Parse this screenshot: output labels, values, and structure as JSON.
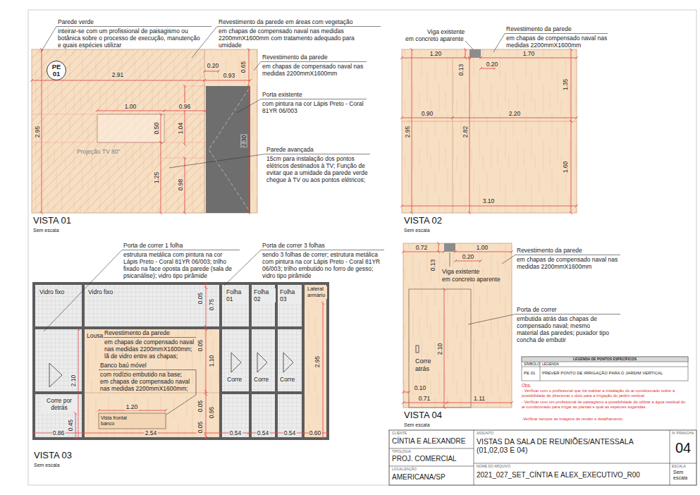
{
  "diagram": {
    "nodes": [
      {
        "text": [
          "PE 01"
        ]
      }
    ],
    "labels": [
      "Parede verde",
      "inteirar-se com um profissional de paisagismo ou botânica sobre o processo de execução, manutenção e quais espécies utilizar",
      "Revestimento da parede em áreas com vegetação",
      "em chapas de compensado naval nas medidas 2200mmX1600mm com tratamento adequado para umidade",
      "Revestimento da parede",
      "em chapas de compensado naval nas medidas 2200mmX1600mm",
      "Porta existente",
      "com pintura na cor Lápis Preto - Coral 81YR 06/003",
      "Parede avançada",
      "15cm para instalação dos pontos elétricos destinados à TV; Função de evitar que a umidade da parede verde chegue à TV ou aos pontos elétricos;",
      "2.91",
      "0.20",
      "0.93",
      "0.65",
      "1.00",
      "0.96",
      "0.50",
      "1.04",
      "2.95",
      "2.30",
      "Projeção TV 80''",
      "1.25",
      "0.98",
      "VISTA 01",
      "Sem escala",
      "Viga existente",
      "em concreto aparente",
      "Revestimento da parede",
      "em chapas de compensado naval nas medidas 2200mmX1600mm",
      "1.20",
      "1.70",
      "0.13",
      "0.20",
      "1.35",
      "0.90",
      "2.20",
      "2.95",
      "2.82",
      "1.60",
      "3.10",
      "VISTA 02",
      "Sem escala",
      "Porta de correr 1 folha",
      "estrutura metálica com pintura na cor Lápis Preto - Coral 81YR 06/003; trilho fixado na face oposta da parede (sala de psicanálise); vidro tipo pirâmide",
      "Porta de correr 3 folhas",
      "sendo 3 folhas de correr; estrutura metálica com pintura na cor Lápis Preto - Coral 81YR 06/003; trilho embutido no forro de gesso; vidro tipo pirâmide",
      "Vidro fixo",
      "Vidro fixo",
      "Folha 01",
      "Folha 02",
      "Folha 03",
      "Lateral armário",
      "Lousa",
      "Revestimento da parede",
      "em chapas de compensado naval nas medidas 2200mmX1600mm; lã de vidro entre as chapas;",
      "Banco baú móvel",
      "com rodízio embutido na base; em chapas de compensado naval nas medidas 2200mmX1600mm;",
      "Corre por detrás",
      "Corre",
      "Corre",
      "Corre",
      "0.05",
      "0.75",
      "0.05",
      "1.10",
      "0.05",
      "0.95",
      "0.05",
      "2.10",
      "2.95",
      "1.20",
      "Vista frontal banco",
      "0.45",
      "0.86",
      "2.54",
      "0.54",
      "0.54",
      "0.54",
      "0.60",
      "VISTA 03",
      "Sem escala",
      "0.72",
      "1.00",
      "0.20",
      "0.13",
      "Viga existente",
      "em concreto aparente",
      "Revestimento da parede",
      "em chapas de compensado naval nas medidas 2200mmX1600mm",
      "Porta de correr",
      "embutida atrás das chapas de compensado naval; mesmo material das paredes; puxador tipo concha de embutir",
      "2.10",
      "Corre atrás",
      "0.10",
      "0.71",
      "1.11",
      "VISTA 04",
      "Sem escala",
      "LEGENDA DE PONTOS ESPECÍFICOS",
      "SÍMBOLO",
      "LEGENDA",
      "PE 01",
      "PREVER PONTO DE IRRIGAÇÃO PARA O JARDIM VERTICAL",
      "Obs.",
      "- Verificar com o profissional que irá realizar a instalação do ar-condicionado sobre a possibilidade de direcionar o duto para a irrigação do jardim vertical.",
      "- Verificar com um profissional de paisagismo a possibilidade de utilizar a água residual do ar-condicionado para irrigar as plantas e qual as espécies sugeridas.",
      "-Verificar sempre as imagens de render e detalhamento.",
      "CLIENTE",
      "CÍNTIA E ALEXANDRE",
      "TIPOLOGIA",
      "PROJ. COMERCIAL",
      "LOCALIZAÇÃO",
      "AMERICANA/SP",
      "ASSUNTO",
      "VISTAS DA SALA DE REUNIÕES/ANTESSALA (01,02,03 E 04)",
      "NOME DO ARQUIVO",
      "2021_027_SET_CÍNTIA E ALEX_EXECUTIVO_R00",
      "Nº PRANCHA",
      "04",
      "ESCALA",
      "Sem escala"
    ]
  }
}
